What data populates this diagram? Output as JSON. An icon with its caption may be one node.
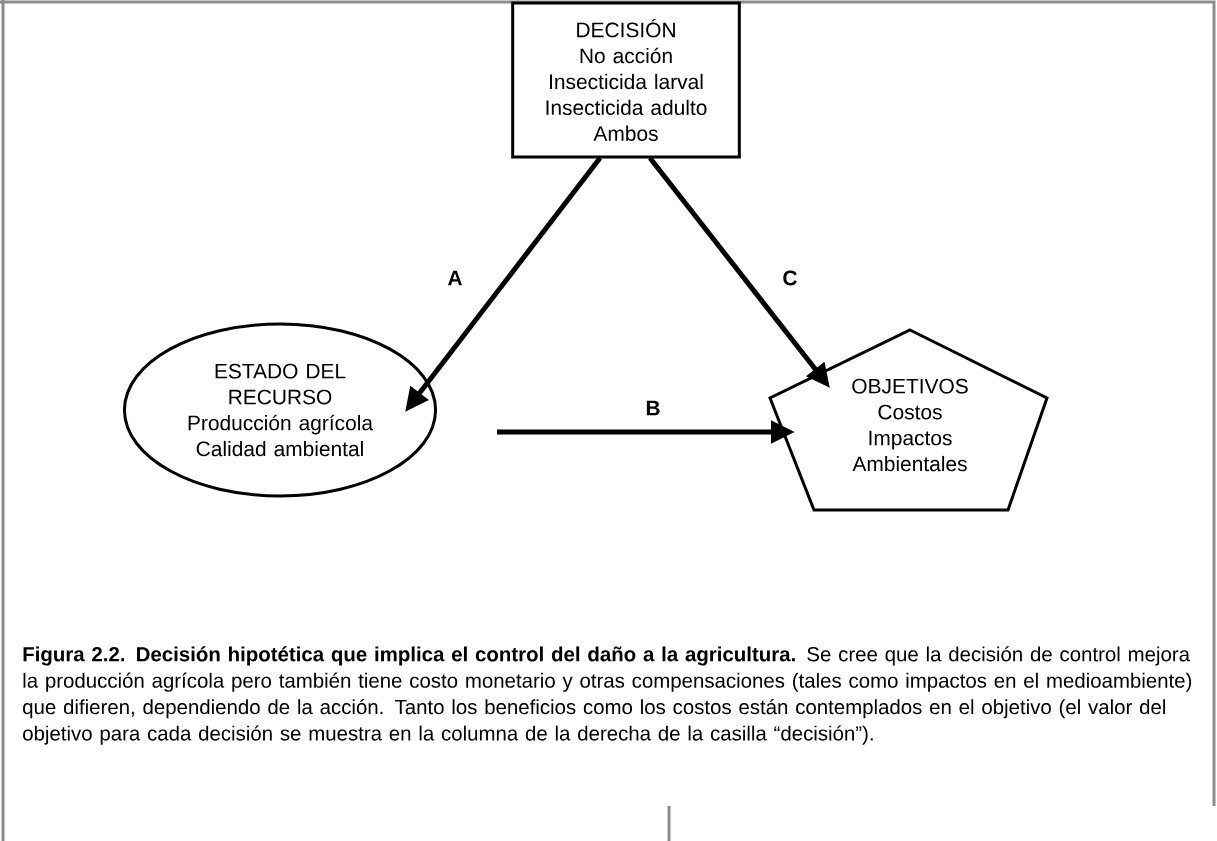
{
  "diagram": {
    "caption": "**Figura 2.2.  Decisión hipotética que implica el control del daño a la agricultura.** Se cree que la decisión de control mejora la producción agrícola pero también tiene costo monetario y otras compensaciones (tales como impactos en el medioambiente) que difieren, dependiendo de la acción. Tanto los beneficios como los costos están contemplados en el objetivo (el valor del objetivo para cada decisión se muestra en la columna de la derecha de la casilla “decisión”).",
    "nodes": [
      {
        "text": [
          "DECISIÓN",
          "No acción",
          "Insecticida larval",
          "Insecticida adulto",
          "Ambos"
        ]
      },
      {
        "text": [
          "ESTADO DEL RECURSO",
          "Producción agrícola",
          "Calidad ambiental"
        ]
      },
      {
        "text": [
          "OBJETIVOS",
          "Costos",
          "Impactos Ambientales"
        ]
      }
    ],
    "edges": [
      {
        "from": 0,
        "to": 1,
        "arrow": "to",
        "label": "A"
      },
      {
        "from": 0,
        "to": 2,
        "arrow": "to",
        "label": "C"
      },
      {
        "from": 1,
        "to": 2,
        "arrow": "to",
        "label": "B"
      }
    ]
  }
}
